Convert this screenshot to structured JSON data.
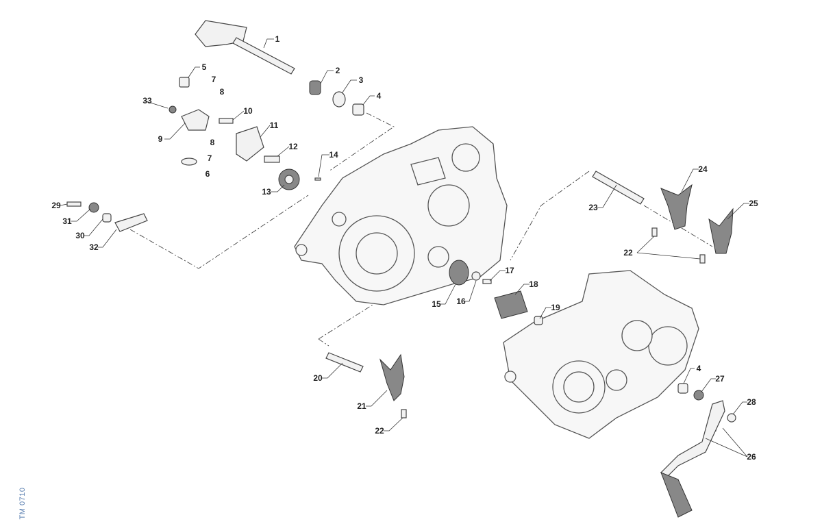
{
  "diagram_code": "TM 0710",
  "labels": [
    "1",
    "2",
    "3",
    "4",
    "5",
    "7",
    "8",
    "33",
    "10",
    "11",
    "9",
    "8",
    "7",
    "6",
    "12",
    "14",
    "13",
    "29",
    "31",
    "30",
    "32",
    "24",
    "25",
    "23",
    "22",
    "17",
    "18",
    "15",
    "16",
    "19",
    "20",
    "21",
    "22",
    "4",
    "27",
    "28",
    "26"
  ]
}
